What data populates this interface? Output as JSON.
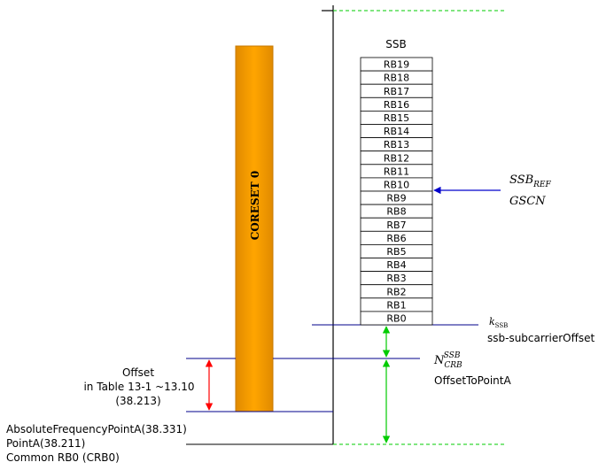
{
  "coreset": {
    "label": "CORESET 0",
    "fill": "#FFA500",
    "stroke": "#C77800"
  },
  "ssb": {
    "title": "SSB",
    "blocks": [
      "RB19",
      "RB18",
      "RB17",
      "RB16",
      "RB15",
      "RB14",
      "RB13",
      "RB12",
      "RB11",
      "RB10",
      "RB9",
      "RB8",
      "RB7",
      "RB6",
      "RB5",
      "RB4",
      "RB3",
      "RB2",
      "RB1",
      "RB0"
    ]
  },
  "ssb_ref": {
    "main": "SSB",
    "sub": "REF",
    "gscn": "GSCN",
    "arrow_color": "#0000CC"
  },
  "k_ssb": {
    "main": "k",
    "sub": "SSB",
    "name": "ssb-subcarrierOffset"
  },
  "n_crb": {
    "main": "N",
    "sub": "CRB",
    "sup": "SSB",
    "name": "OffsetToPointA"
  },
  "offset": {
    "line1": "Offset",
    "line2": "in Table 13-1 ~13.10",
    "line3": "(38.213)"
  },
  "point_a": {
    "line1": "AbsoluteFrequencyPointA(38.331)",
    "line2": "PointA(38.211)",
    "line3": "Common RB0 (CRB0)"
  },
  "colors": {
    "green": "#00CC00",
    "red": "#FF0000",
    "blue_line": "#00008B",
    "black": "#000000"
  }
}
